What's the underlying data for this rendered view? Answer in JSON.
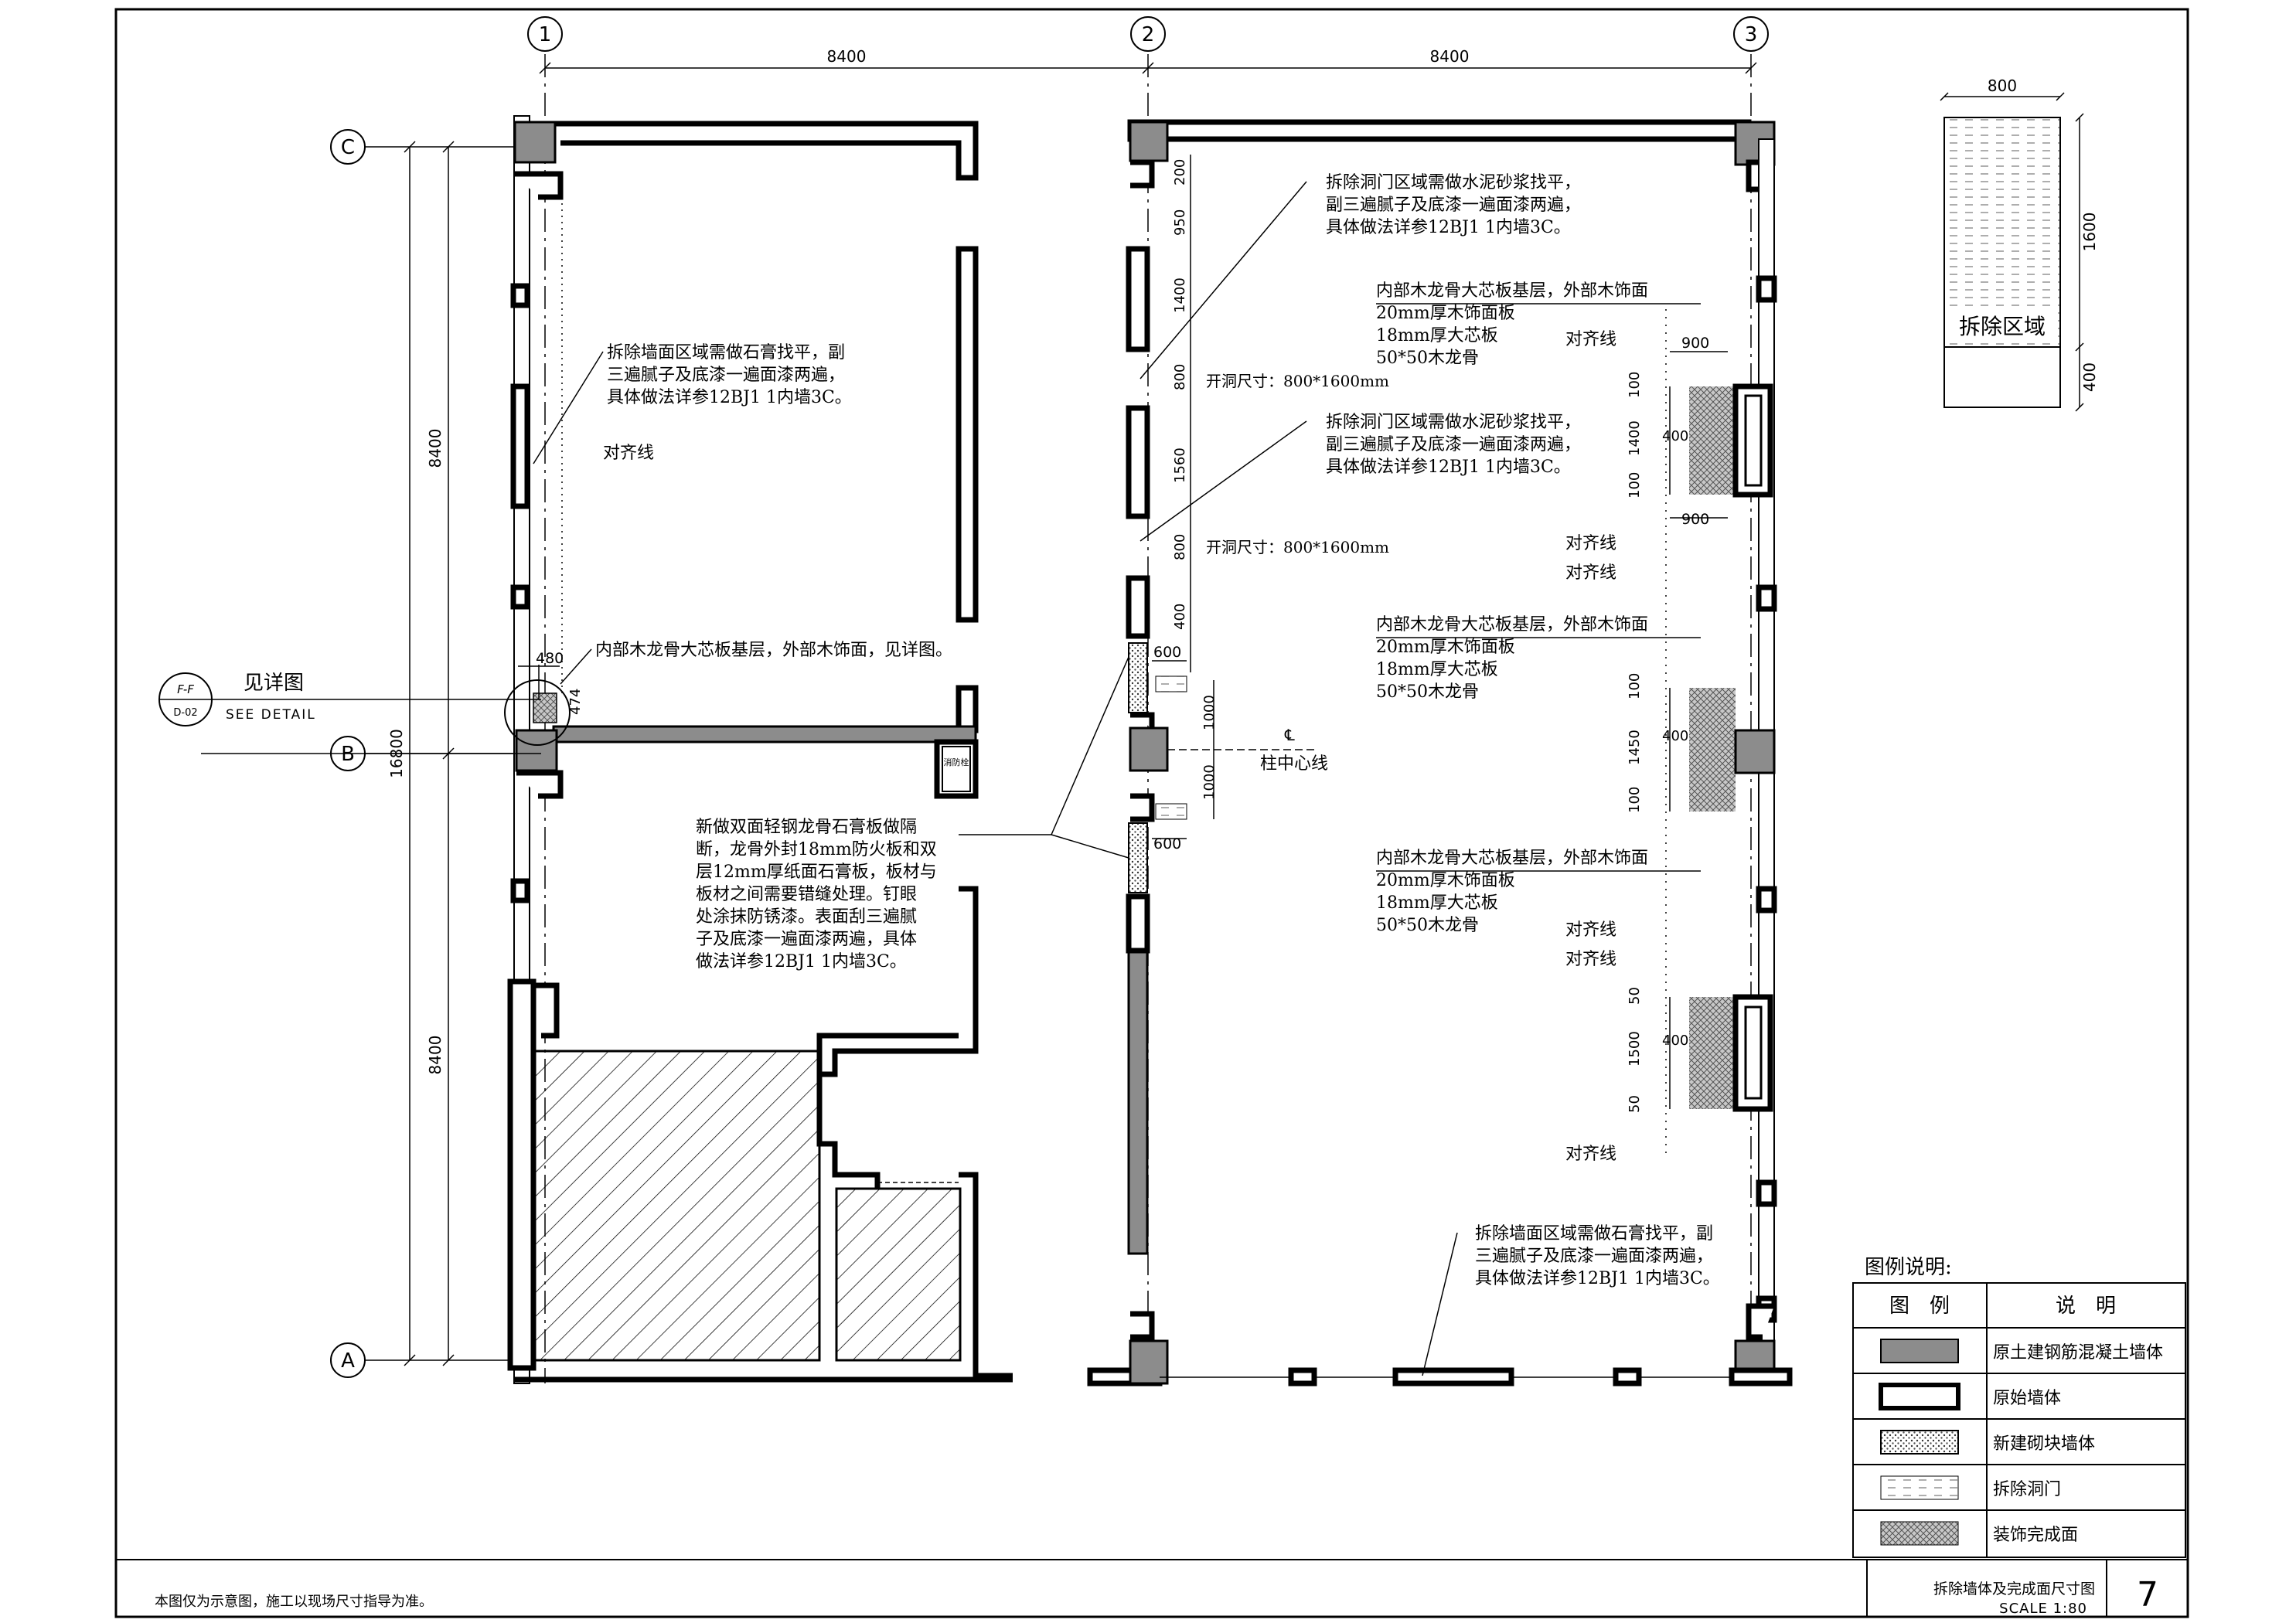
{
  "grid": {
    "cols": [
      "1",
      "2",
      "3"
    ],
    "rows": [
      "C",
      "B",
      "A"
    ],
    "top_dims": [
      "8400",
      "8400"
    ],
    "left_dims": [
      "8400",
      "8400"
    ],
    "total_left": "16800"
  },
  "detail_ref": {
    "code": "F-F",
    "sheet": "D-02",
    "label": "见详图",
    "en": "SEE DETAIL"
  },
  "dims": {
    "d480": "480",
    "d474": "474",
    "wall2": [
      "200",
      "950",
      "1400",
      "800",
      "1560",
      "800",
      "400"
    ],
    "d600a": "600",
    "d600b": "600",
    "d1000a": "1000",
    "d1000b": "1000",
    "e900a": "900",
    "e900b": "900",
    "e400a": "400",
    "e400b": "400",
    "e400c": "400",
    "e100": "100",
    "e1400": "1400",
    "e1450": "1450",
    "e1500": "1500",
    "e50": "50"
  },
  "notes": {
    "n1": [
      "拆除墙面区域需做石膏找平，副",
      "三遍腻子及底漆一遍面漆两遍，",
      "具体做法详参12BJ1 1内墙3C。"
    ],
    "n2": [
      "拆除洞门区域需做水泥砂浆找平，",
      "副三遍腻子及底漆一遍面漆两遍，",
      "具体做法详参12BJ1 1内墙3C。"
    ],
    "n3": [
      "拆除洞门区域需做水泥砂浆找平，",
      "副三遍腻子及底漆一遍面漆两遍，",
      "具体做法详参12BJ1 1内墙3C。"
    ],
    "n4": [
      "拆除墙面区域需做石膏找平，副",
      "三遍腻子及底漆一遍面漆两遍，",
      "具体做法详参12BJ1 1内墙3C。"
    ],
    "n5": [
      "新做双面轻钢龙骨石膏板做隔",
      "断，龙骨外封18mm防火板和双",
      "层12mm厚纸面石膏板，板材与",
      "板材之间需要错缝处理。钉眼",
      "处涂抹防锈漆。表面刮三遍腻",
      "子及底漆一遍面漆两遍，具体",
      "做法详参12BJ1 1内墙3C。"
    ],
    "inner": "内部木龙骨大芯板基层，外部木饰面，见详图。",
    "align": "对齐线",
    "opening": "开洞尺寸：800*1600mm",
    "column_center": "柱中心线",
    "stack": [
      "内部木龙骨大芯板基层，外部木饰面",
      "20mm厚木饰面板",
      "18mm厚大芯板",
      "50*50木龙骨"
    ],
    "misc_box": "消防栓"
  },
  "inset": {
    "width": "800",
    "h1": "1600",
    "h2": "400",
    "label": "拆除区域"
  },
  "legend": {
    "title": "图例说明:",
    "col1": "图　例",
    "col2": "说　明",
    "items": [
      {
        "desc": "原土建钢筋混凝土墙体",
        "swatch": "#8c8c8c"
      },
      {
        "desc": "原始墙体",
        "swatch": "outline"
      },
      {
        "desc": "新建砌块墙体",
        "swatch": "dots"
      },
      {
        "desc": "拆除洞门",
        "swatch": "dash"
      },
      {
        "desc": "装饰完成面",
        "swatch": "crosshatch"
      }
    ]
  },
  "footer": {
    "note": "本图仅为示意图，施工以现场尺寸指导为准。",
    "title": "拆除墙体及完成面尺寸图",
    "scale": "SCALE 1:80",
    "page": "7"
  }
}
